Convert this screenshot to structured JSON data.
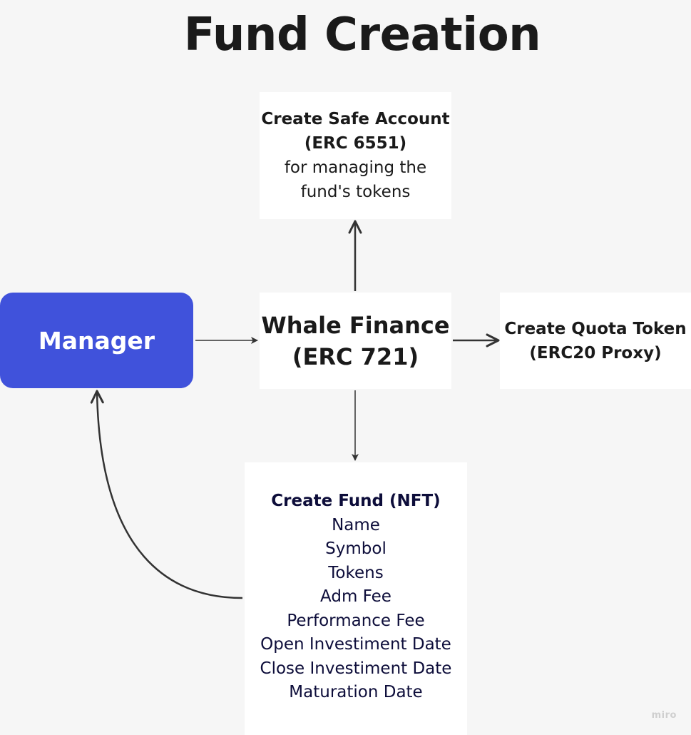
{
  "title": "Fund Creation",
  "nodes": {
    "manager": {
      "label": "Manager"
    },
    "safe_account": {
      "title_line1": "Create Safe Account",
      "title_line2": "(ERC 6551)",
      "desc_line1": "for managing the",
      "desc_line2": "fund's tokens"
    },
    "whale_finance": {
      "line1": "Whale Finance",
      "line2": "(ERC 721)"
    },
    "quota_token": {
      "line1": "Create Quota Token",
      "line2": "(ERC20 Proxy)"
    },
    "create_fund": {
      "title": "Create Fund (NFT)",
      "fields": [
        "Name",
        "Symbol",
        "Tokens",
        "Adm Fee",
        "Performance Fee",
        "Open Investiment Date",
        "Close Investiment Date",
        "Maturation Date"
      ]
    }
  },
  "watermark": "miro",
  "colors": {
    "background": "#f6f6f6",
    "manager_fill": "#4052db",
    "box_fill": "#ffffff",
    "arrow": "#333333"
  }
}
